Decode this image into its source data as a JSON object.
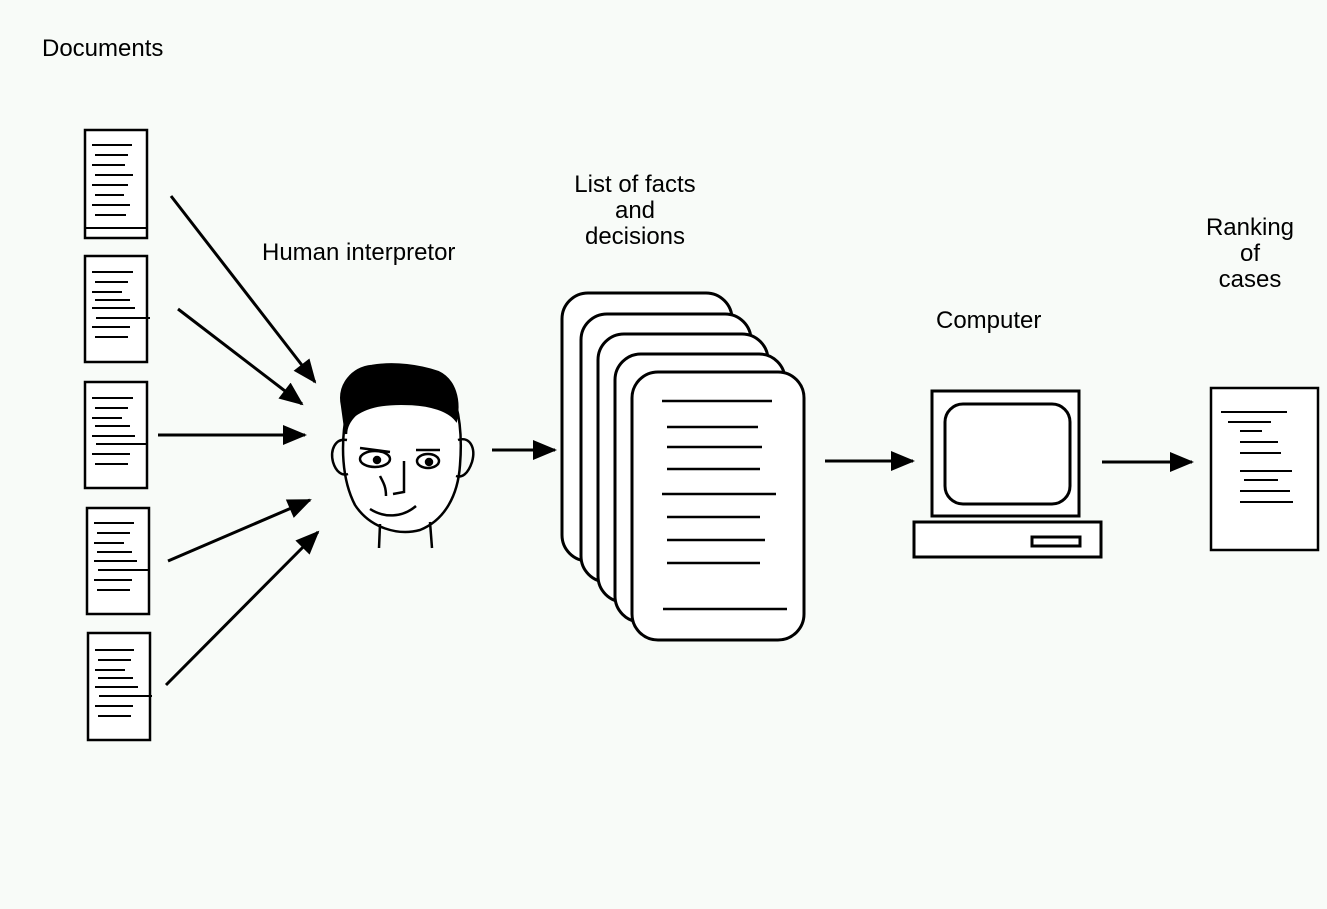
{
  "colors": {
    "background": "#f8fbf8",
    "ink": "#000000",
    "paper": "#ffffff"
  },
  "labels": {
    "documents": "Documents",
    "human_interpreter": "Human interpretor",
    "facts_line1": "List of facts",
    "facts_line2": "and",
    "facts_line3": "decisions",
    "computer": "Computer",
    "ranking_line1": "Ranking",
    "ranking_line2": "of",
    "ranking_line3": "cases"
  },
  "icons": {
    "documents": "document-icon",
    "human": "human-face-icon",
    "fact_sheets": "stacked-pages-icon",
    "computer": "computer-icon",
    "ranking": "ranking-document-icon",
    "arrows": "arrow-icon"
  }
}
